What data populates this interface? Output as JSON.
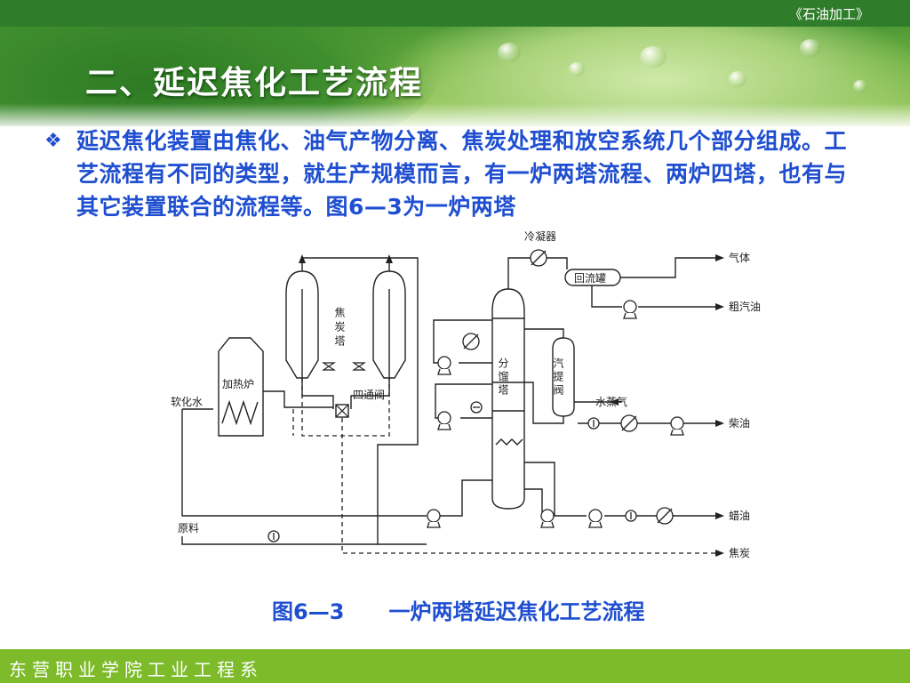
{
  "header": {
    "course": "《石油加工》"
  },
  "slide": {
    "title": "二、延迟焦化工艺流程",
    "bullet_symbol": "❖",
    "body": "延迟焦化装置由焦化、油气产物分离、焦炭处理和放空系统几个部分组成。工艺流程有不同的类型，就生产规模而言，有一炉两塔流程、两炉四塔，也有与其它装置联合的流程等。图6—3为一炉两塔"
  },
  "diagram": {
    "labels": {
      "condenser": "冷凝器",
      "gas": "气体",
      "reflux_tank": "回流罐",
      "crude_gasoline": "粗汽油",
      "coke_tower": "焦炭塔",
      "furnace": "加热炉",
      "soft_water": "软化水",
      "four_way_valve": "四通阀",
      "fractionator": "分馏塔",
      "stripper": "汽提阀",
      "steam": "水蒸气",
      "diesel": "柴油",
      "wax_oil": "蜡油",
      "feed": "原料",
      "coke": "焦炭"
    }
  },
  "caption": {
    "figure_no": "图6—3",
    "text": "一炉两塔延迟焦化工艺流程"
  },
  "footer": {
    "school": "东营职业学院工业工程系"
  }
}
